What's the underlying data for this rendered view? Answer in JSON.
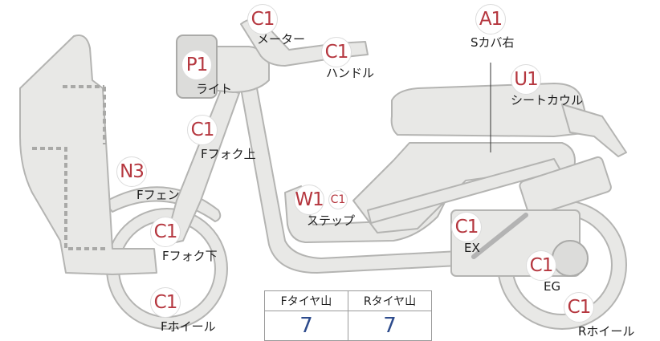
{
  "markers": [
    {
      "id": "handle-top",
      "code": "C1",
      "label": "メーター"
    },
    {
      "id": "handle",
      "code": "C1",
      "label": "ハンドル"
    },
    {
      "id": "side-cover-right",
      "code": "A1",
      "label": "Sカバ右"
    },
    {
      "id": "light",
      "code": "P1",
      "label": "ライト"
    },
    {
      "id": "seat-cowl",
      "code": "U1",
      "label": "シートカウル"
    },
    {
      "id": "front-fork-upper",
      "code": "C1",
      "label": "Fフォク上"
    },
    {
      "id": "front-fender",
      "code": "N3",
      "label": "Fフェン"
    },
    {
      "id": "step",
      "code": "W1",
      "extra_code": "C1",
      "label": "ステップ"
    },
    {
      "id": "exhaust",
      "code": "C1",
      "label": "EX"
    },
    {
      "id": "front-fork-lower",
      "code": "C1",
      "label": "Fフォク下"
    },
    {
      "id": "engine",
      "code": "C1",
      "label": "EG"
    },
    {
      "id": "front-wheel",
      "code": "C1",
      "label": "Fホイール"
    },
    {
      "id": "rear-wheel",
      "code": "C1",
      "label": "Rホイール"
    }
  ],
  "tire_table": {
    "headers": [
      "Fタイヤ山",
      "Rタイヤ山"
    ],
    "values": [
      "7",
      "7"
    ]
  },
  "colors": {
    "marker_text": "#b5373f",
    "tire_value": "#2d4b8c",
    "part_fill": "#e8e8e6",
    "part_stroke": "#b4b4b2"
  }
}
